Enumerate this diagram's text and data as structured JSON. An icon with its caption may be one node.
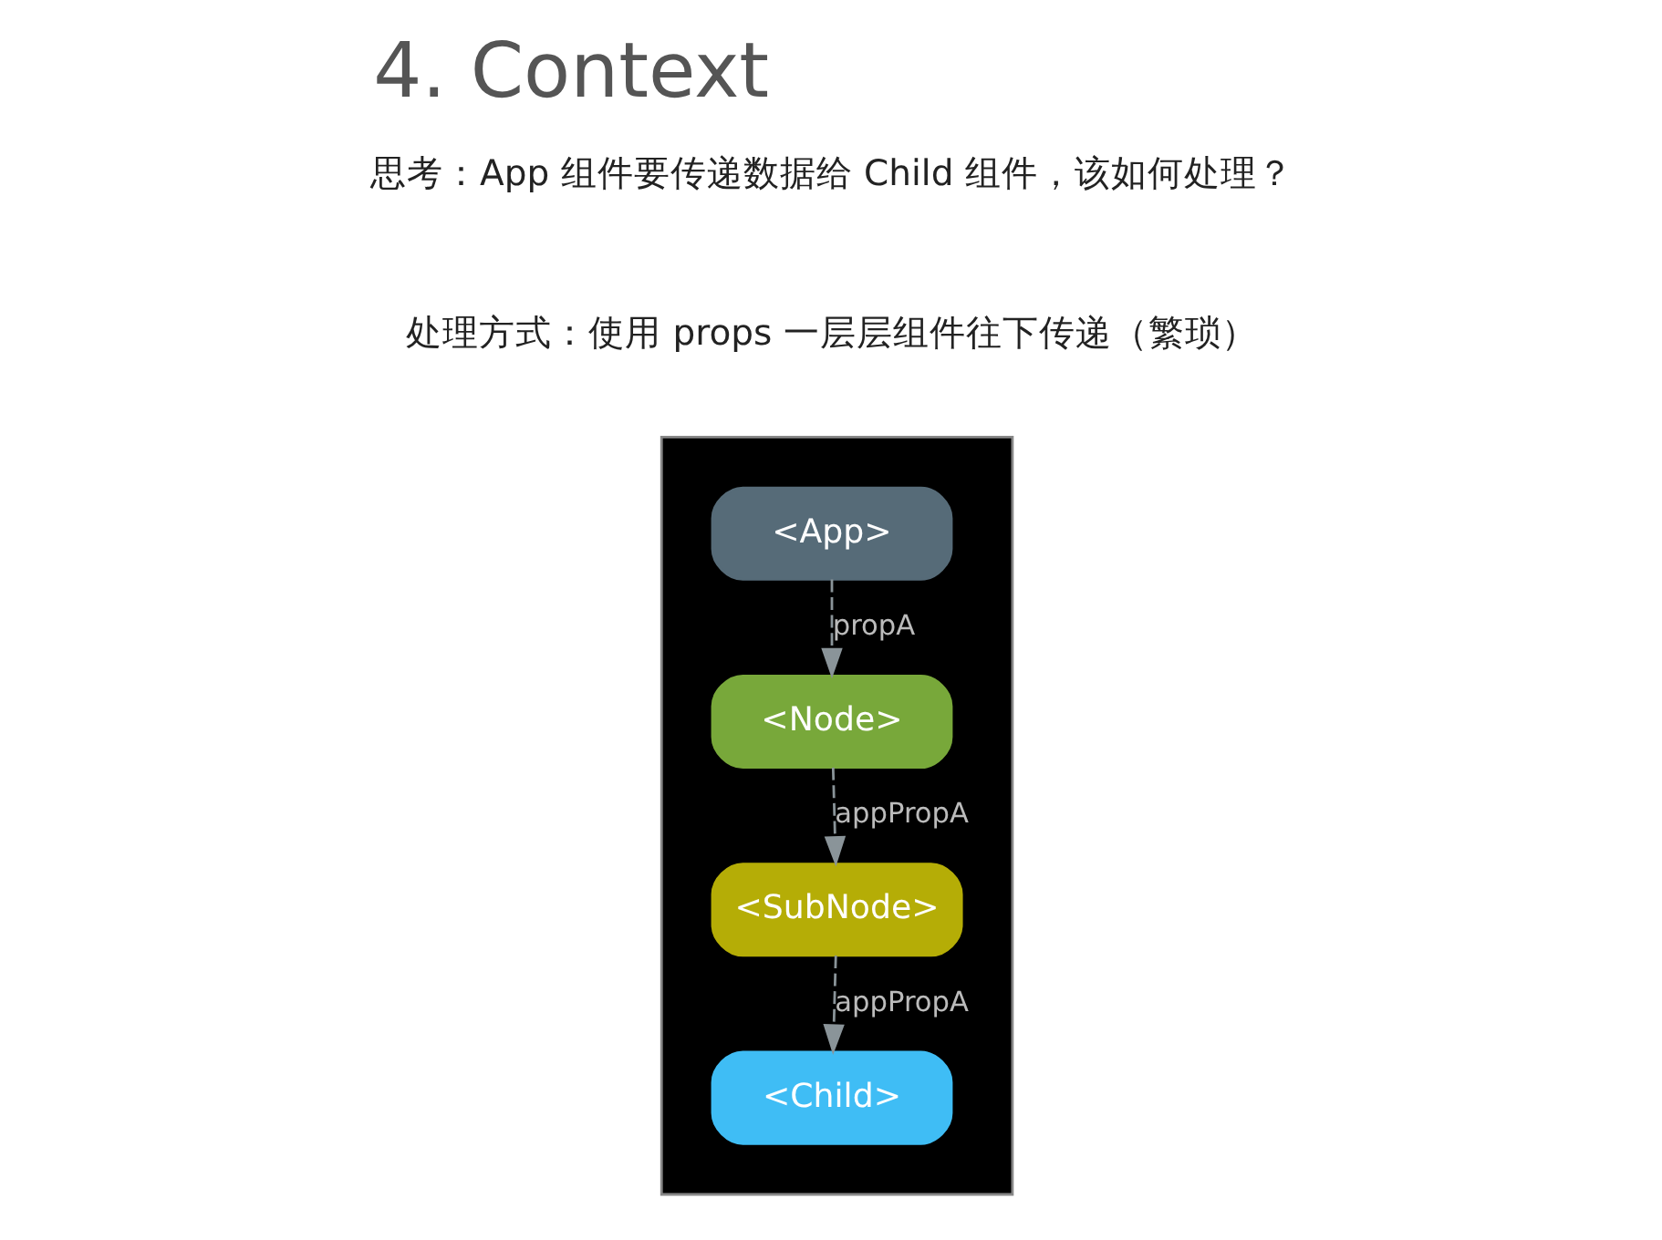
{
  "diagram": {
    "title": "4. Context",
    "nodes": [
      {
        "text": [],
        "shape": "box"
      },
      {
        "text": [
          "<App>"
        ],
        "in": 0
      },
      {
        "text": [
          "<Node>"
        ],
        "in": 0
      },
      {
        "text": [
          "<SubNode>"
        ],
        "in": 0
      },
      {
        "text": [
          "<Child>"
        ],
        "in": 0
      }
    ],
    "edges": [
      {
        "from": 1,
        "to": 2,
        "arrow": "to",
        "label": "propA",
        "style": "dashed"
      },
      {
        "from": 2,
        "to": 3,
        "arrow": "to",
        "label": "appPropA",
        "style": "dashed"
      },
      {
        "from": 3,
        "to": 4,
        "arrow": "to",
        "label": "appPropA",
        "style": "dashed"
      }
    ],
    "labels": [
      "思考：App 组件要传递数据给 Child 组件，该如何处理？",
      "处理方式：使用 props 一层层组件往下传递（繁琐）"
    ]
  }
}
